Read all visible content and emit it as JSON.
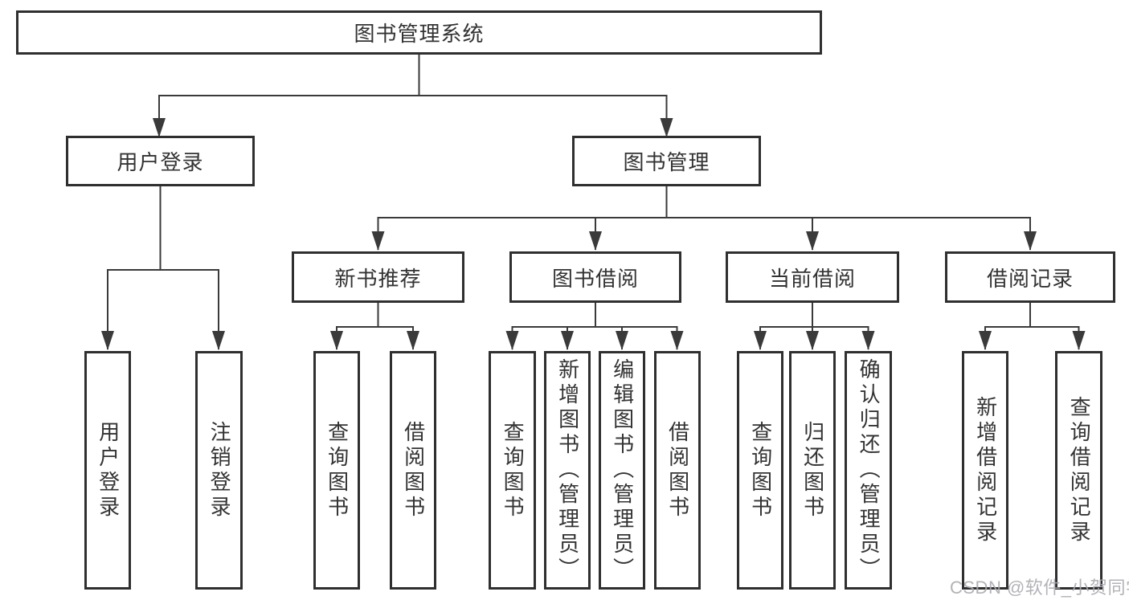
{
  "tree": {
    "root": {
      "label": "图书管理系统"
    },
    "level2": [
      {
        "id": "user-login",
        "label": "用户登录",
        "children": [
          {
            "label": "用户登录"
          },
          {
            "label": "注销登录"
          }
        ]
      },
      {
        "id": "book-management",
        "label": "图书管理",
        "children": [
          {
            "label": "新书推荐",
            "children": [
              {
                "label": "查询图书"
              },
              {
                "label": "借阅图书"
              }
            ]
          },
          {
            "label": "图书借阅",
            "children": [
              {
                "label": "查询图书"
              },
              {
                "label": "新增图书（管理员）"
              },
              {
                "label": "编辑图书（管理员）"
              },
              {
                "label": "借阅图书"
              }
            ]
          },
          {
            "label": "当前借阅",
            "children": [
              {
                "label": "查询图书"
              },
              {
                "label": "归还图书"
              },
              {
                "label": "确认归还（管理员）"
              }
            ]
          },
          {
            "label": "借阅记录",
            "children": [
              {
                "label": "新增借阅记录"
              },
              {
                "label": "查询借阅记录"
              }
            ]
          }
        ]
      }
    ]
  },
  "watermark": "CSDN @软件_小贺同学",
  "colors": {
    "line": "#3a3a3a",
    "box_border": "#2f2f2f",
    "box_fill": "#ffffff",
    "text": "#333333",
    "watermark": "#aaaab0",
    "background": "#ffffff"
  }
}
